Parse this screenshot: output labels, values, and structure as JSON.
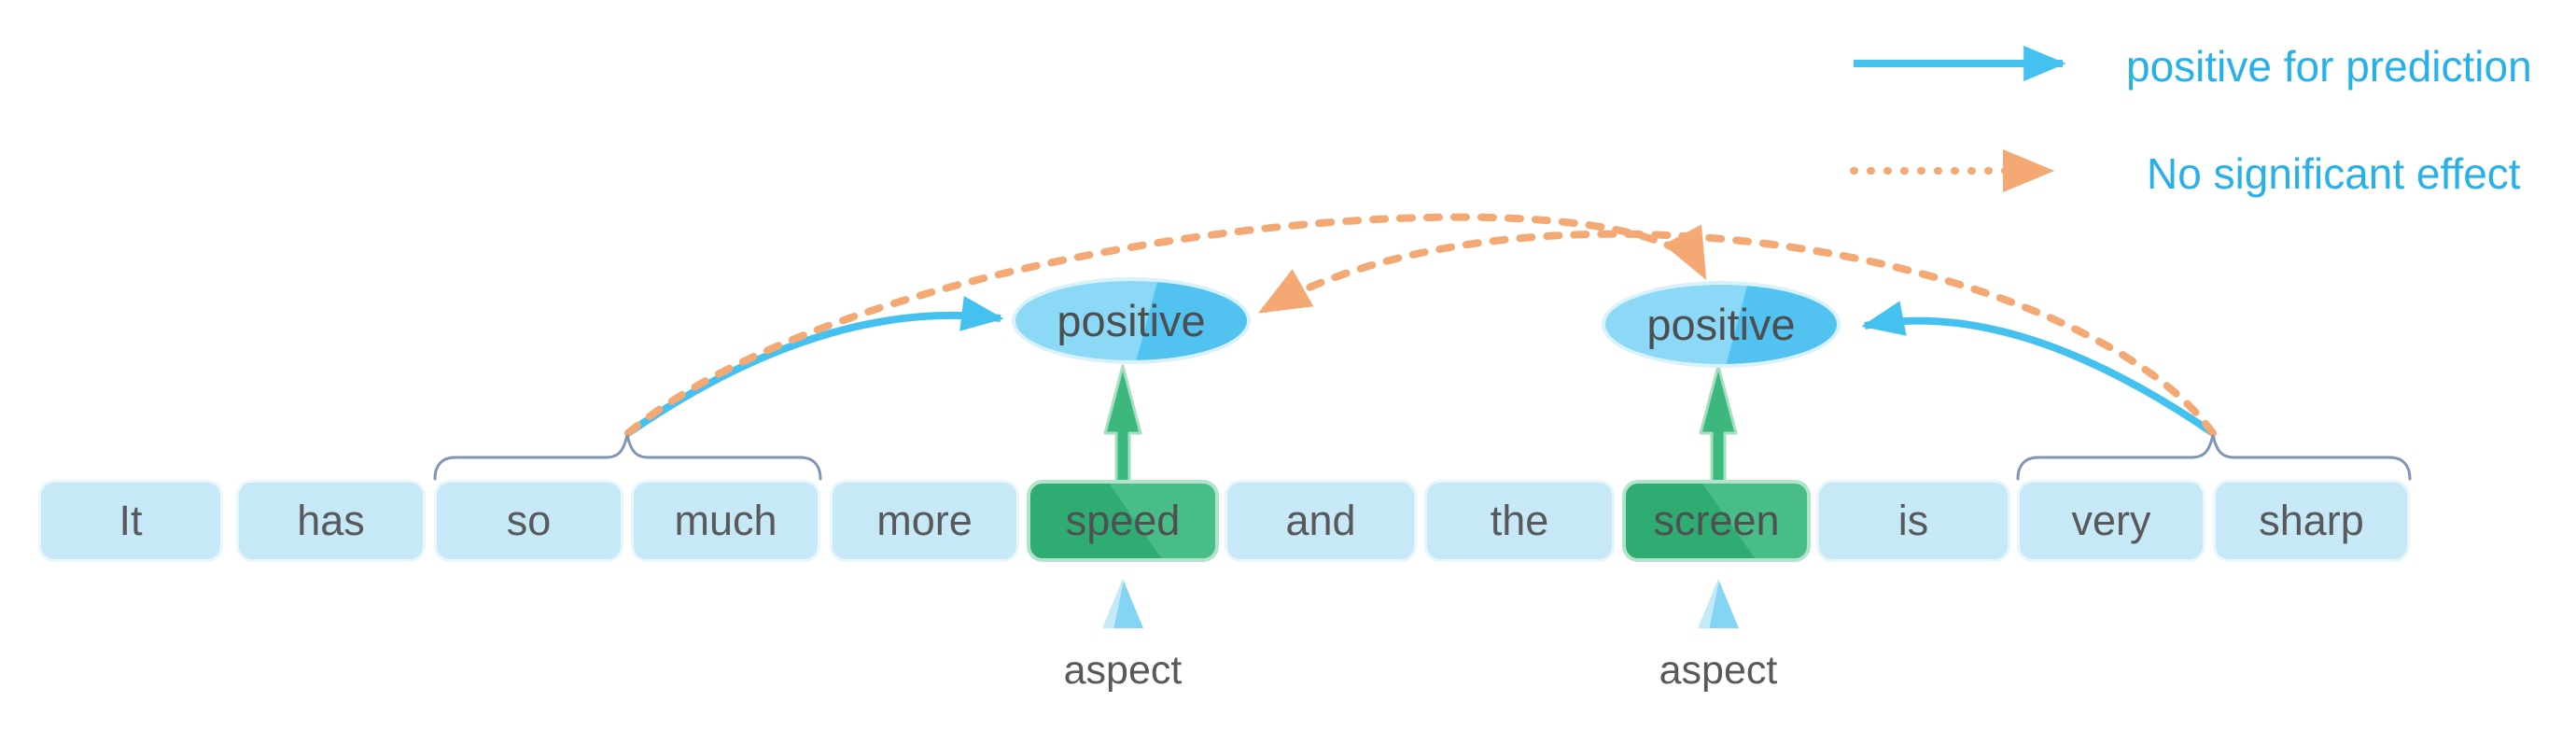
{
  "legend": {
    "items": [
      {
        "label": "positive for prediction",
        "line": "solid",
        "color": "#45C1F0"
      },
      {
        "label": "No significant effect",
        "line": "dotted",
        "color": "#F4A873"
      }
    ],
    "text_color": "#28B1E8"
  },
  "predictions": [
    {
      "label": "positive"
    },
    {
      "label": "positive"
    }
  ],
  "sentence": {
    "tokens": [
      {
        "text": "It",
        "aspect": false
      },
      {
        "text": "has",
        "aspect": false
      },
      {
        "text": "so",
        "aspect": false
      },
      {
        "text": "much",
        "aspect": false
      },
      {
        "text": "more",
        "aspect": false
      },
      {
        "text": "speed",
        "aspect": true
      },
      {
        "text": "and",
        "aspect": false
      },
      {
        "text": "the",
        "aspect": false
      },
      {
        "text": "screen",
        "aspect": true
      },
      {
        "text": "is",
        "aspect": false
      },
      {
        "text": "very",
        "aspect": false
      },
      {
        "text": "sharp",
        "aspect": false
      }
    ]
  },
  "aspect_markers": [
    {
      "label": "aspect"
    },
    {
      "label": "aspect"
    }
  ],
  "colors": {
    "token_fill": "#C7E9F7",
    "aspect_token_fill": "#3BB47B",
    "prediction_node_fill": "#5EC7F2",
    "positive_arrow": "#45C1F0",
    "no_effect_arrow": "#F4A873",
    "green_arrow": "#3CB87D",
    "brace": "#8195B5",
    "legend_text": "#28B1E8",
    "token_text": "#58595B"
  }
}
